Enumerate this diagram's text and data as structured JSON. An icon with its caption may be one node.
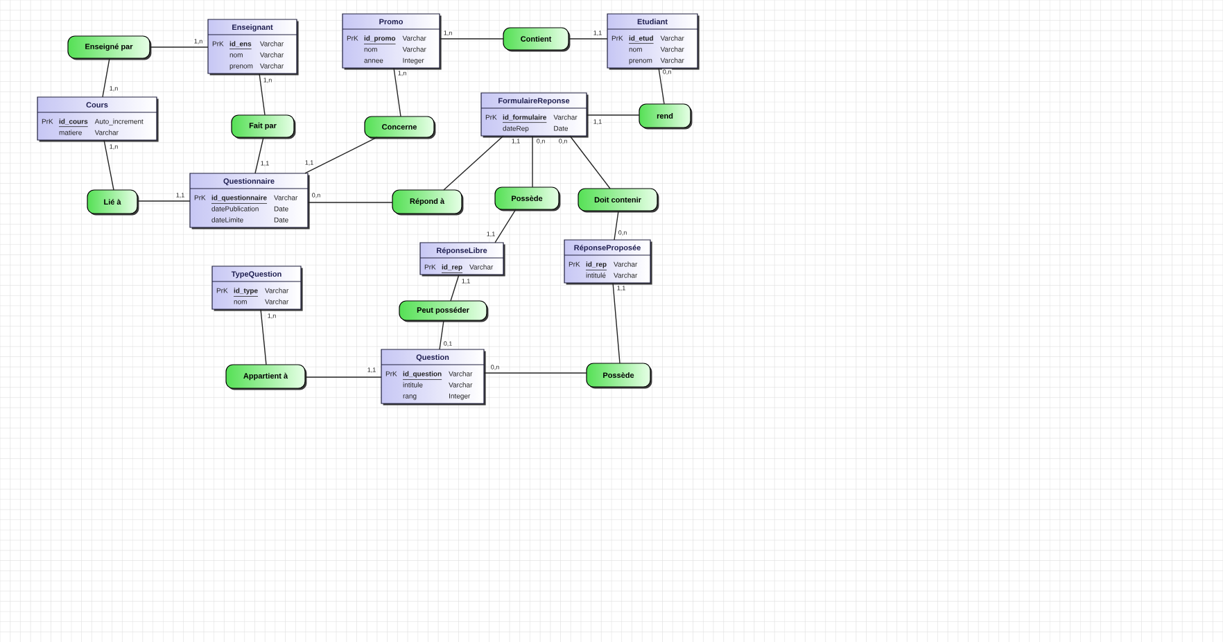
{
  "diagram": {
    "nodes": [
      {
        "text": [
          "Enseigné par"
        ]
      },
      {
        "text": [
          "Enseignant",
          "PrK",
          "id_ens",
          "Varchar",
          "nom",
          "Varchar",
          "prenom",
          "Varchar"
        ]
      },
      {
        "text": [
          "Promo",
          "PrK",
          "id_promo",
          "Varchar",
          "nom",
          "Varchar",
          "annee",
          "Integer"
        ]
      },
      {
        "text": [
          "Contient"
        ]
      },
      {
        "text": [
          "Etudiant",
          "PrK",
          "id_etud",
          "Varchar",
          "nom",
          "Varchar",
          "prenom",
          "Varchar"
        ]
      },
      {
        "text": [
          "Cours",
          "PrK",
          "id_cours",
          "Auto_increment",
          "matiere",
          "Varchar"
        ]
      },
      {
        "text": [
          "FormulaireReponse",
          "PrK",
          "id_formulaire",
          "Varchar",
          "dateRep",
          "Date"
        ]
      },
      {
        "text": [
          "rend"
        ]
      },
      {
        "text": [
          "Fait par"
        ]
      },
      {
        "text": [
          "Concerne"
        ]
      },
      {
        "text": [
          "Lié à"
        ]
      },
      {
        "text": [
          "Questionnaire",
          "PrK",
          "id_questionnaire",
          "Varchar",
          "datePublication",
          "Date",
          "dateLimite",
          "Date"
        ]
      },
      {
        "text": [
          "Répond à"
        ]
      },
      {
        "text": [
          "Possède"
        ]
      },
      {
        "text": [
          "Doit contenir"
        ]
      },
      {
        "text": [
          "RéponseLibre",
          "PrK",
          "id_rep",
          "Varchar"
        ]
      },
      {
        "text": [
          "RéponseProposée",
          "PrK",
          "id_rep",
          "Varchar",
          "intitulé",
          "Varchar"
        ]
      },
      {
        "text": [
          "TypeQuestion",
          "PrK",
          "id_type",
          "Varchar",
          "nom",
          "Varchar"
        ]
      },
      {
        "text": [
          "Peut posséder"
        ]
      },
      {
        "text": [
          "Question",
          "PrK",
          "id_question",
          "Varchar",
          "intitule",
          "Varchar",
          "rang",
          "Integer"
        ]
      },
      {
        "text": [
          "Appartient à"
        ]
      },
      {
        "text": [
          "Possède"
        ]
      }
    ],
    "edges": [
      {
        "from": 0,
        "to": 1,
        "arrow": "none",
        "label": "1,n"
      },
      {
        "from": 0,
        "to": 5,
        "arrow": "none",
        "label": "1,n"
      },
      {
        "from": 1,
        "to": 8,
        "arrow": "none",
        "label": "1,n"
      },
      {
        "from": 8,
        "to": 11,
        "arrow": "none",
        "label": "1,1"
      },
      {
        "from": 2,
        "to": 3,
        "arrow": "none",
        "label": "1,n"
      },
      {
        "from": 3,
        "to": 4,
        "arrow": "none",
        "label": "1,1"
      },
      {
        "from": 2,
        "to": 9,
        "arrow": "none",
        "label": "1,n"
      },
      {
        "from": 9,
        "to": 11,
        "arrow": "none",
        "label": "1,1"
      },
      {
        "from": 4,
        "to": 7,
        "arrow": "none",
        "label": "0,n"
      },
      {
        "from": 7,
        "to": 6,
        "arrow": "none",
        "label": "1,1"
      },
      {
        "from": 5,
        "to": 10,
        "arrow": "none",
        "label": "1,n"
      },
      {
        "from": 10,
        "to": 11,
        "arrow": "none",
        "label": "1,1"
      },
      {
        "from": 11,
        "to": 12,
        "arrow": "none",
        "label": "0,n"
      },
      {
        "from": 12,
        "to": 6,
        "arrow": "none",
        "label": "1,1"
      },
      {
        "from": 6,
        "to": 13,
        "arrow": "none",
        "label": "0,n"
      },
      {
        "from": 13,
        "to": 15,
        "arrow": "none",
        "label": "1,1"
      },
      {
        "from": 6,
        "to": 14,
        "arrow": "none",
        "label": "0,n"
      },
      {
        "from": 14,
        "to": 16,
        "arrow": "none",
        "label": "0,n"
      },
      {
        "from": 15,
        "to": 18,
        "arrow": "none",
        "label": "1,1"
      },
      {
        "from": 18,
        "to": 19,
        "arrow": "none",
        "label": "0,1"
      },
      {
        "from": 17,
        "to": 20,
        "arrow": "none",
        "label": "1,n"
      },
      {
        "from": 20,
        "to": 19,
        "arrow": "none",
        "label": "1,1"
      },
      {
        "from": 19,
        "to": 21,
        "arrow": "none",
        "label": "0,n"
      },
      {
        "from": 21,
        "to": 16,
        "arrow": "none",
        "label": "1,1"
      }
    ]
  }
}
